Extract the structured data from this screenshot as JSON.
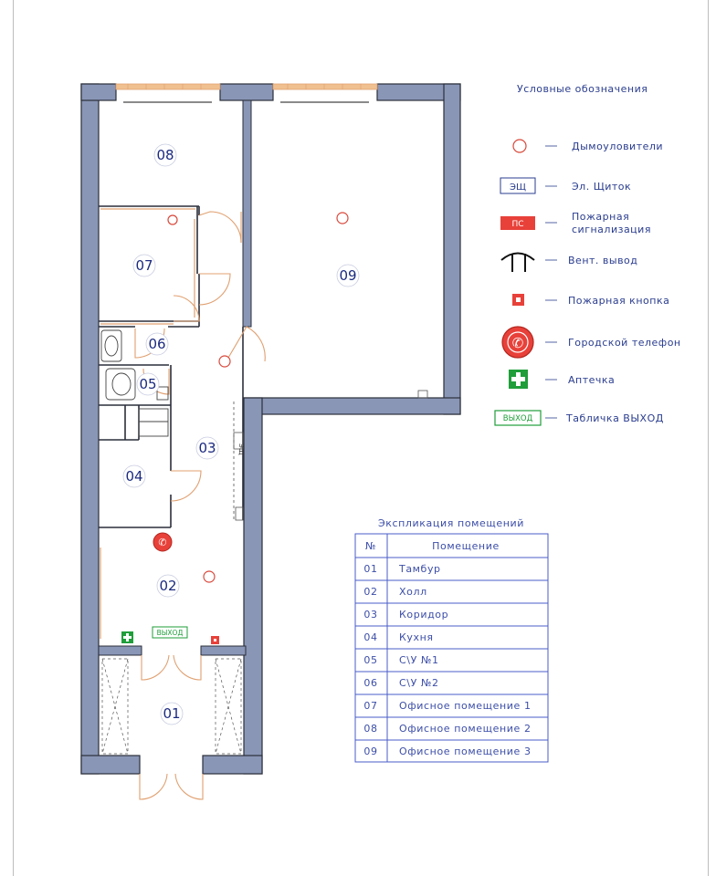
{
  "legend": {
    "title": "Условные обозначения",
    "items": [
      {
        "id": "smoke",
        "icon": "smoke-detector-icon",
        "label": "Дымоуловители"
      },
      {
        "id": "panel",
        "icon": "electric-panel-icon",
        "badge": "ЭЩ",
        "label": "Эл. Щиток"
      },
      {
        "id": "alarm",
        "icon": "fire-alarm-icon",
        "badge": "ПС",
        "label_line1": "Пожарная",
        "label_line2": "сигнализация"
      },
      {
        "id": "vent",
        "icon": "vent-outlet-icon",
        "label": "Вент. вывод"
      },
      {
        "id": "firebtn",
        "icon": "fire-button-icon",
        "label": "Пожарная кнопка"
      },
      {
        "id": "phone",
        "icon": "phone-icon",
        "label": "Городской телефон"
      },
      {
        "id": "aid",
        "icon": "first-aid-icon",
        "label": "Аптечка"
      },
      {
        "id": "exit",
        "icon": "exit-sign-icon",
        "badge": "ВЫХОД",
        "label": "Табличка ВЫХОД"
      }
    ]
  },
  "explication": {
    "title": "Экспликация помещений",
    "header": {
      "num": "№",
      "name": "Помещение"
    },
    "rows": [
      {
        "num": "01",
        "name": "Тамбур"
      },
      {
        "num": "02",
        "name": "Холл"
      },
      {
        "num": "03",
        "name": "Коридор"
      },
      {
        "num": "04",
        "name": "Кухня"
      },
      {
        "num": "05",
        "name": "С\\У №1"
      },
      {
        "num": "06",
        "name": "С\\У №2"
      },
      {
        "num": "07",
        "name": "Офисное помещение 1"
      },
      {
        "num": "08",
        "name": "Офисное помещение 2"
      },
      {
        "num": "09",
        "name": "Офисное помещение 3"
      }
    ]
  },
  "plan": {
    "rooms": [
      "01",
      "02",
      "03",
      "04",
      "05",
      "06",
      "07",
      "08",
      "09"
    ],
    "exit_sign": "ВЫХОД",
    "panel_mark": "ЭЩ"
  },
  "colors": {
    "wall": "#8a96b6",
    "wall_stroke": "#2b2f3a",
    "door": "#e0a070",
    "window": "#f0c090",
    "legend_text": "#2a3d8f",
    "table_line": "#4a5cc8",
    "alarm_red": "#e8413a",
    "aid_green": "#1f9e3a",
    "smoke_red": "#d9483b"
  }
}
